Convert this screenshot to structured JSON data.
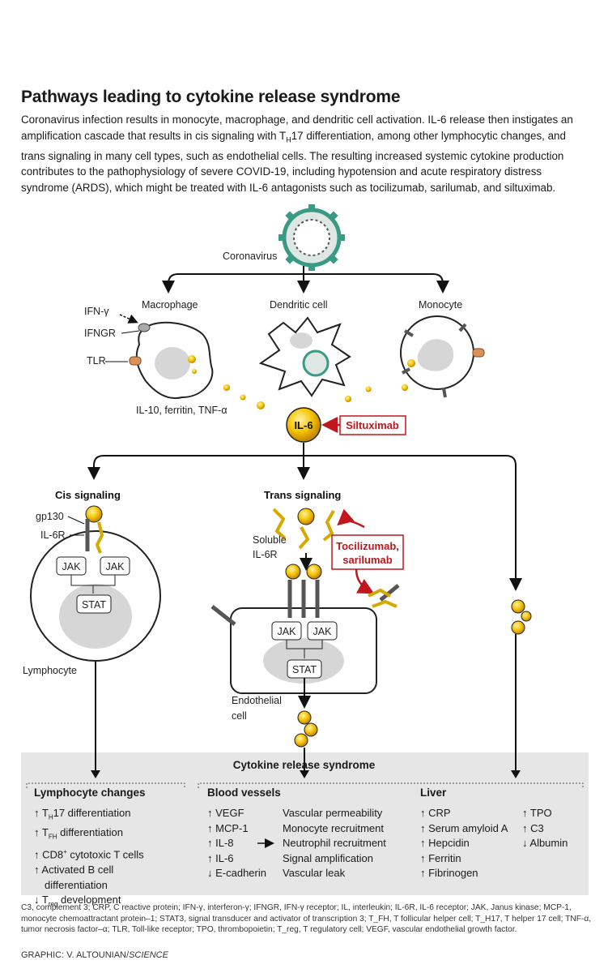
{
  "title": "Pathways leading to cytokine release syndrome",
  "intro": {
    "p1": "Coronavirus infection results in monocyte, macrophage, and dendritic cell activation. IL-6 release then instigates an amplification cascade that results in cis signaling with T",
    "sub1": "H",
    "p2": "17 differentiation, among other lymphocytic changes, and trans signaling in many cell types, such as endothelial cells. The resulting increased systemic cytokine production contributes to the pathophysiology of severe COVID-19, including hypotension and acute respiratory distress syndrome (ARDS), which might be treated with IL-6 antagonists such as tocilizumab, sarilumab, and siltuximab."
  },
  "diagram": {
    "coronavirus": "Coronavirus",
    "macrophage": "Macrophage",
    "dendritic_cell": "Dendritic cell",
    "monocyte": "Monocyte",
    "ifn_gamma": "IFN-γ",
    "ifngr": "IFNGR",
    "tlr": "TLR",
    "cytokines": "IL-10, ferritin, TNF-α",
    "il6": "IL-6",
    "siltuximab": "Siltuximab",
    "cis_signaling": "Cis signaling",
    "trans_signaling": "Trans signaling",
    "gp130": "gp130",
    "il6r": "IL-6R",
    "soluble": "Soluble",
    "soluble_il6r": "IL-6R",
    "toci_1": "Tocilizumab,",
    "toci_2": "sarilumab",
    "jak": "JAK",
    "stat": "STAT",
    "lymphocyte": "Lymphocyte",
    "endothelial_1": "Endothelial",
    "endothelial_2": "cell"
  },
  "crs": {
    "title": "Cytokine release syndrome",
    "lymphocyte_changes": {
      "heading": "Lymphocyte changes",
      "items": [
        "↑ T",
        "H",
        "17 differentiation",
        "↑ T",
        "FH",
        " differentiation",
        "↑ CD8",
        "+",
        " cytotoxic T cells",
        "↑ Activated B cell",
        "differentiation",
        "↓ T",
        "reg",
        " development"
      ]
    },
    "blood_vessels": {
      "heading": "Blood vessels",
      "left": [
        "↑ VEGF",
        "↑ MCP-1",
        "↑ IL-8",
        "↑ IL-6",
        "↓ E-cadherin"
      ],
      "right": [
        "Vascular permeability",
        "Monocyte recruitment",
        "Neutrophil recruitment",
        "Signal amplification",
        "Vascular leak"
      ]
    },
    "liver": {
      "heading": "Liver",
      "col1": [
        "↑ CRP",
        "↑ Serum amyloid A",
        "↑ Hepcidin",
        "↑ Ferritin",
        "↑ Fibrinogen"
      ],
      "col2": [
        "↑ TPO",
        "↑ C3",
        "↓ Albumin"
      ]
    }
  },
  "footnote": "C3, complement 3; CRP, C reactive protein; IFN-γ, interferon-γ; IFNGR, IFN-γ receptor; IL, interleukin; IL-6R, IL-6 receptor; JAK, Janus kinase; MCP-1, monocyte chemoattractant protein–1; STAT3, signal transducer and activator of transcription 3; T_FH, T follicular helper cell; T_H17, T helper 17 cell; TNF-α, tumor necrosis factor–α; TLR, Toll-like receptor; TPO, thrombopoietin; T_reg, T regulatory cell; VEGF, vascular endothelial growth factor.",
  "credit": "GRAPHIC: V. ALTOUNIAN/",
  "credit_italic": "SCIENCE",
  "colors": {
    "il6": "#f2b800",
    "antagonist": "#c0171e",
    "virus": "#3a9b84",
    "box": "#e6e6e6"
  }
}
